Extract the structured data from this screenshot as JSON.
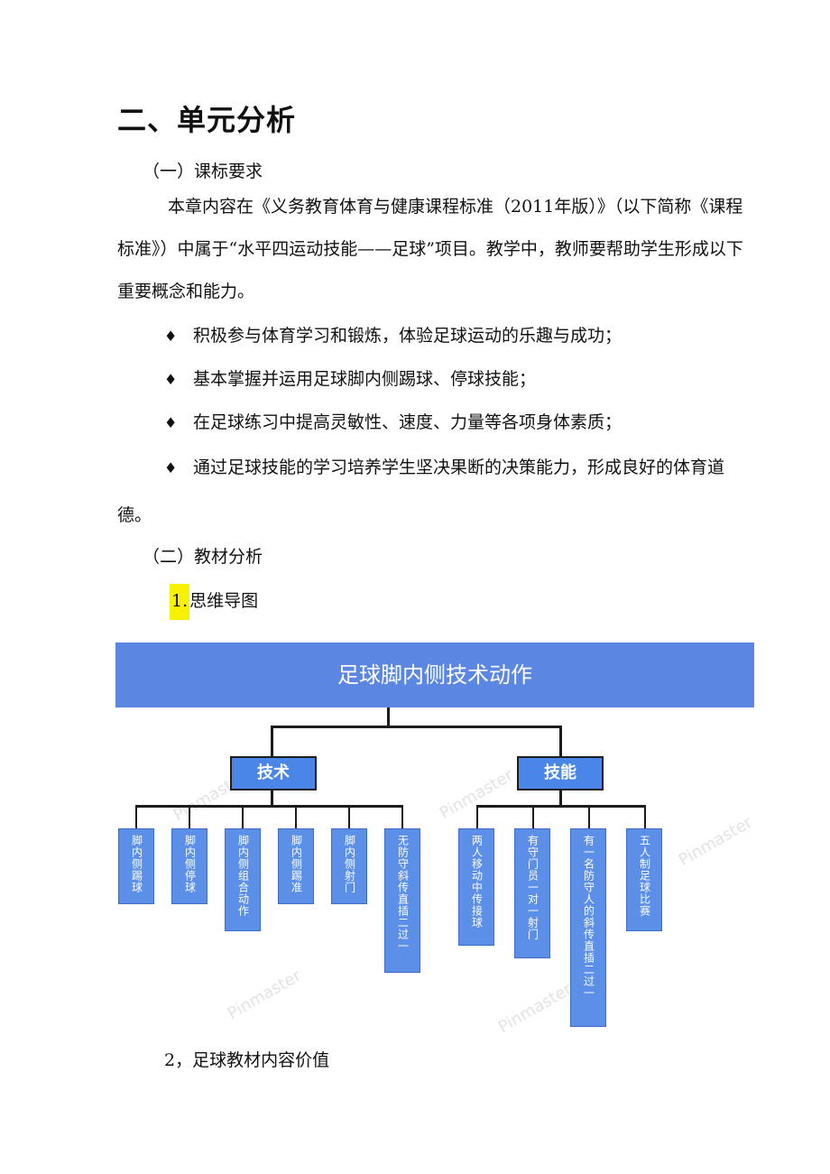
{
  "section_title": "二、单元分析",
  "sub1": "（一）课标要求",
  "intro": "本章内容在《义务教育体育与健康课程标准（2011年版）》（以下简称《课程标准》）中属于“水平四运动技能——足球”项目。教学中，教师要帮助学生形成以下重要概念和能力。",
  "bullet_symbol": "♦",
  "bullets": [
    "积极参与体育学习和锻炼，体验足球运动的乐趣与成功；",
    "基本掌握并运用足球脚内侧踢球、停球技能；",
    "在足球练习中提高灵敏性、速度、力量等各项身体素质；"
  ],
  "bullet4_line1": "通过足球技能的学习培养学生坚决果断的决策能力，形成良好的体育道",
  "bullet4_line2": "德。",
  "sub2": "（二）教材分析",
  "item1_num": "1.",
  "item1_text": "思维导图",
  "mindmap": {
    "title": "足球脚内侧技术动作",
    "category_left": "技术",
    "category_right": "技能",
    "tech_items": [
      "脚内侧踢球",
      "脚内侧停球",
      "脚内侧组合动作",
      "脚内侧踢准",
      "脚内侧射门",
      "无防守斜传直插二过一"
    ],
    "skill_items": [
      "两人移动中传接球",
      "有守门员一对一射门",
      "有一名防守人的斜传直插二过一",
      "五人制足球比赛"
    ],
    "watermark": "Pinmaster"
  },
  "item2": "2，足球教材内容价值"
}
